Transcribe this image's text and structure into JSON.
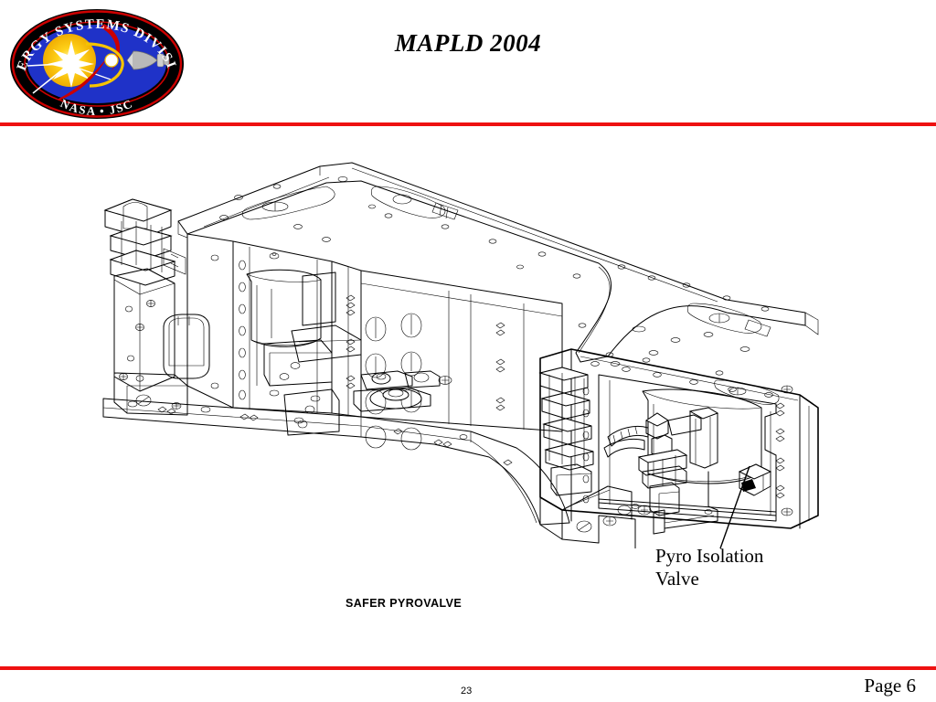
{
  "slide": {
    "title": "MAPLD 2004",
    "accent_color": "#ee1111",
    "background_color": "#ffffff"
  },
  "logo": {
    "name": "energy-systems-division-nasa-jsc-seal",
    "arc_text_top": "ENERGY SYSTEMS DIVISION",
    "arc_text_bottom": "NASA • JSC",
    "colors": {
      "outer_ring": "#000000",
      "outer_rim": "#cc0000",
      "field": "#1f32c8",
      "sun": "#f5c400",
      "sun_core": "#ffffff",
      "swoosh": "#cc0000",
      "orbit": "#f5c400",
      "rocket": "#b9b9b9",
      "text": "#ffffff"
    }
  },
  "figure": {
    "name": "safer-pyrovalve-isometric-line-drawing",
    "caption": "SAFER PYROVALVE",
    "callout_label": "Pyro Isolation\nValve",
    "leader_from": [
      790,
      600
    ],
    "leader_to": [
      820,
      508
    ]
  },
  "footer": {
    "slide_number": "23",
    "page_label": "Page 6"
  }
}
